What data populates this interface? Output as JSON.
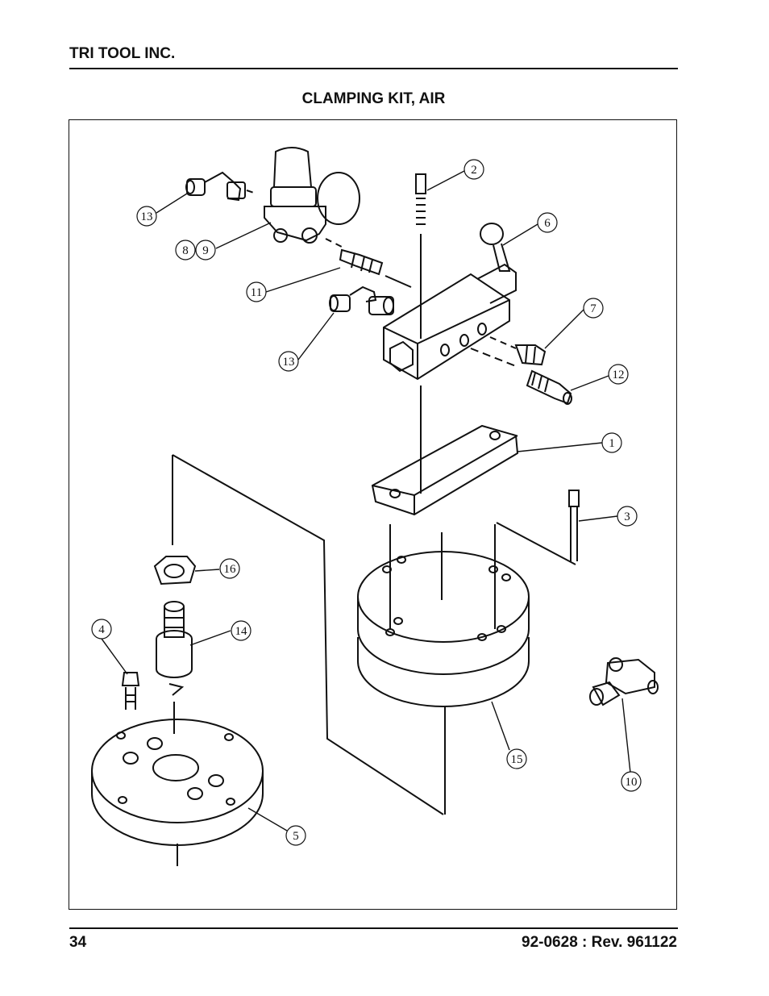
{
  "header": {
    "company": "TRI TOOL INC."
  },
  "title": "CLAMPING KIT, AIR",
  "callouts": [
    {
      "id": "c1",
      "label": "1"
    },
    {
      "id": "c2",
      "label": "2"
    },
    {
      "id": "c3",
      "label": "3"
    },
    {
      "id": "c4",
      "label": "4"
    },
    {
      "id": "c5",
      "label": "5"
    },
    {
      "id": "c6",
      "label": "6"
    },
    {
      "id": "c7",
      "label": "7"
    },
    {
      "id": "c8",
      "label": "8"
    },
    {
      "id": "c9",
      "label": "9"
    },
    {
      "id": "c10",
      "label": "10"
    },
    {
      "id": "c11",
      "label": "11"
    },
    {
      "id": "c12",
      "label": "12"
    },
    {
      "id": "c13a",
      "label": "13"
    },
    {
      "id": "c13b",
      "label": "13"
    },
    {
      "id": "c14",
      "label": "14"
    },
    {
      "id": "c15",
      "label": "15"
    },
    {
      "id": "c16",
      "label": "16"
    }
  ],
  "footer": {
    "page_number": "34",
    "doc_number": "92-0628 : Rev. 961122"
  }
}
